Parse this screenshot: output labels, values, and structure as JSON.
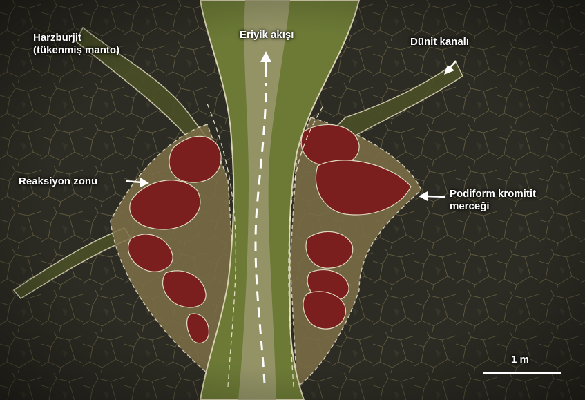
{
  "labels": {
    "harzburgite_line1": "Harzburjit",
    "harzburgite_line2": "(tükenmiş manto)",
    "melt_flow": "Eriyik akışı",
    "dunite_channel": "Dünit kanalı",
    "reaction_zone": "Reaksiyon zonu",
    "chromitite_line1": "Podiform kromitit",
    "chromitite_line2": "merceği",
    "scale": "1 m"
  },
  "colors": {
    "host_rock": "#2b2a22",
    "dunite_channel": "#6f7d3a",
    "melt_flow_core": "#a39f78",
    "chromitite": "#7a1e1e",
    "reaction_zone": "#8a7a52",
    "annotation": "#ffffff"
  }
}
